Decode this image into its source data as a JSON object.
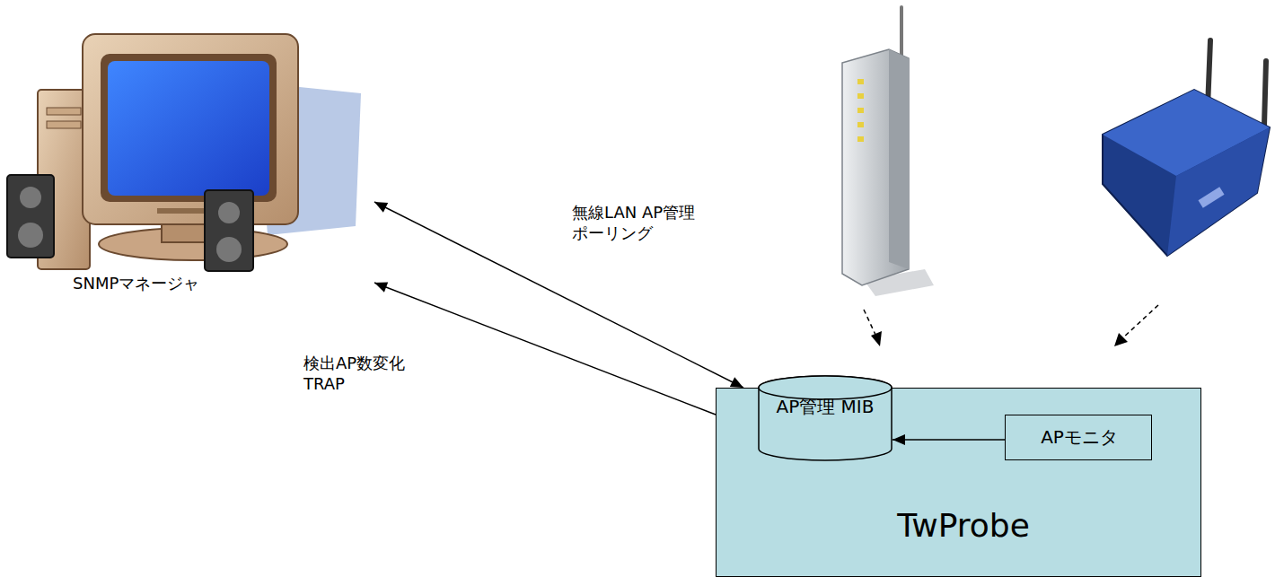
{
  "diagram": {
    "nodes": [
      {
        "text": [
          "SNMPマネージャ"
        ]
      },
      {
        "text": [
          "TwProbe"
        ]
      },
      {
        "text": [
          "AP管理 MIB"
        ],
        "in": 1
      },
      {
        "text": [
          "APモニタ"
        ],
        "in": 1
      }
    ],
    "edges": [
      {
        "from": 0,
        "to": 1,
        "arrow": "both",
        "label": "無線LAN AP管理 ポーリング"
      },
      {
        "from": 1,
        "to": 0,
        "arrow": "to",
        "label": "検出AP数変化 TRAP"
      },
      {
        "from": 3,
        "to": 2,
        "arrow": "to"
      }
    ]
  }
}
